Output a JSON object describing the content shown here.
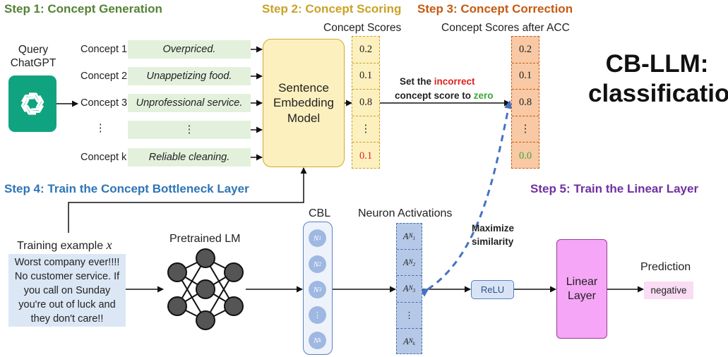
{
  "steps": {
    "step1": "Step 1: Concept Generation",
    "step2": "Step 2: Concept Scoring",
    "step3": "Step 3: Concept Correction",
    "step4": "Step 4: Train the Concept Bottleneck Layer",
    "step5": "Step 5: Train the Linear Layer"
  },
  "colors": {
    "step1": "#548235",
    "step2": "#c9a227",
    "step3": "#c55a11",
    "step4": "#2e75b6",
    "step5": "#7030a0",
    "incorrect": "#e02020",
    "zero": "#3aa63a"
  },
  "query": {
    "line1": "Query",
    "line2": "ChatGPT",
    "logo_icon": "chatgpt-logo-icon"
  },
  "concepts": [
    {
      "label": "Concept 1",
      "text": "Overpriced."
    },
    {
      "label": "Concept 2",
      "text": "Unappetizing food."
    },
    {
      "label": "Concept 3",
      "text": "Unprofessional service."
    },
    {
      "label": "⋮",
      "text": "⋮"
    },
    {
      "label": "Concept k",
      "text": "Reliable cleaning."
    }
  ],
  "sentence_model": {
    "line1": "Sentence",
    "line2": "Embedding",
    "line3": "Model"
  },
  "concept_scores": {
    "title": "Concept Scores",
    "values": [
      "0.2",
      "0.1",
      "0.8",
      "⋮",
      "0.1"
    ]
  },
  "acc_scores": {
    "title": "Concept Scores after ACC",
    "values": [
      "0.2",
      "0.1",
      "0.8",
      "⋮",
      "0.0"
    ]
  },
  "correction_note": {
    "part1": "Set the ",
    "incorrect": "incorrect",
    "part2": "concept score to ",
    "zero": "zero"
  },
  "title": {
    "line1": "CB-LLM:",
    "line2": "classification"
  },
  "training": {
    "label": "Training example",
    "var": "x",
    "lines": [
      "Worst company ever!!!!",
      "No customer service. If",
      "you call on Sunday",
      "you're out of luck and",
      "they don't care!!"
    ]
  },
  "pretrained_lm": "Pretrained LM",
  "cbl": {
    "title": "CBL",
    "neurons": [
      {
        "base": "N",
        "sub": "1"
      },
      {
        "base": "N",
        "sub": "2"
      },
      {
        "base": "N",
        "sub": "3"
      },
      {
        "base": "⋮",
        "sub": ""
      },
      {
        "base": "N",
        "sub": "k"
      }
    ]
  },
  "neuron_activations": {
    "title": "Neuron Activations",
    "cells": [
      {
        "base": "A",
        "sub": "N",
        "subsub": "1"
      },
      {
        "base": "A",
        "sub": "N",
        "subsub": "2"
      },
      {
        "base": "A",
        "sub": "N",
        "subsub": "3"
      },
      {
        "base": "⋮",
        "sub": "",
        "subsub": ""
      },
      {
        "base": "A",
        "sub": "N",
        "subsub": "k"
      }
    ]
  },
  "maximize": {
    "line1": "Maximize",
    "line2": "similarity"
  },
  "relu": "ReLU",
  "linear_layer": {
    "line1": "Linear",
    "line2": "Layer"
  },
  "prediction": {
    "title": "Prediction",
    "value": "negative"
  }
}
